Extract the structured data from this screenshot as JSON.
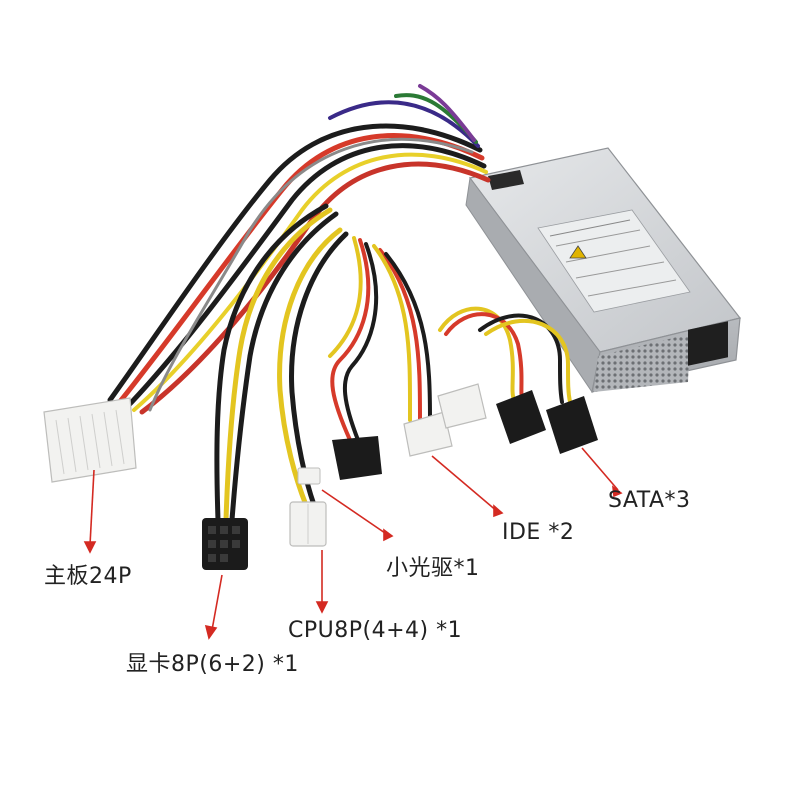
{
  "labels": {
    "motherboard": "主板24P",
    "gpu": "显卡8P(6+2) *1",
    "cpu": "CPU8P(4+4) *1",
    "floppy": "小光驱*1",
    "ide": "IDE *2",
    "sata": "SATA*3"
  },
  "colors": {
    "arrow": "#d42a22",
    "psu_body": "#c9ccd0",
    "connector_white": "#f2f2f0",
    "connector_black": "#1b1b1b"
  }
}
